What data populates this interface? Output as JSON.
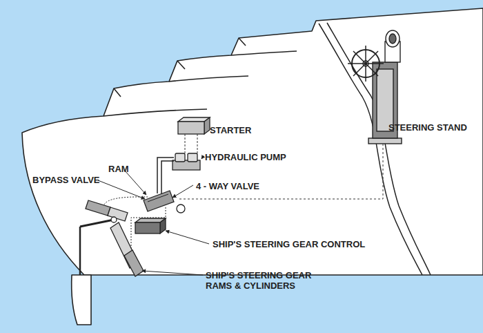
{
  "diagram": {
    "labels": [
      "STARTER",
      "HYDRAULIC PUMP",
      "RAM",
      "BYPASS VALVE",
      "4 - WAY VALVE",
      "SHIP'S STEERING GEAR CONTROL",
      "SHIP'S STEERING GEAR RAMS & CYLINDERS",
      "STEERING STAND"
    ]
  }
}
